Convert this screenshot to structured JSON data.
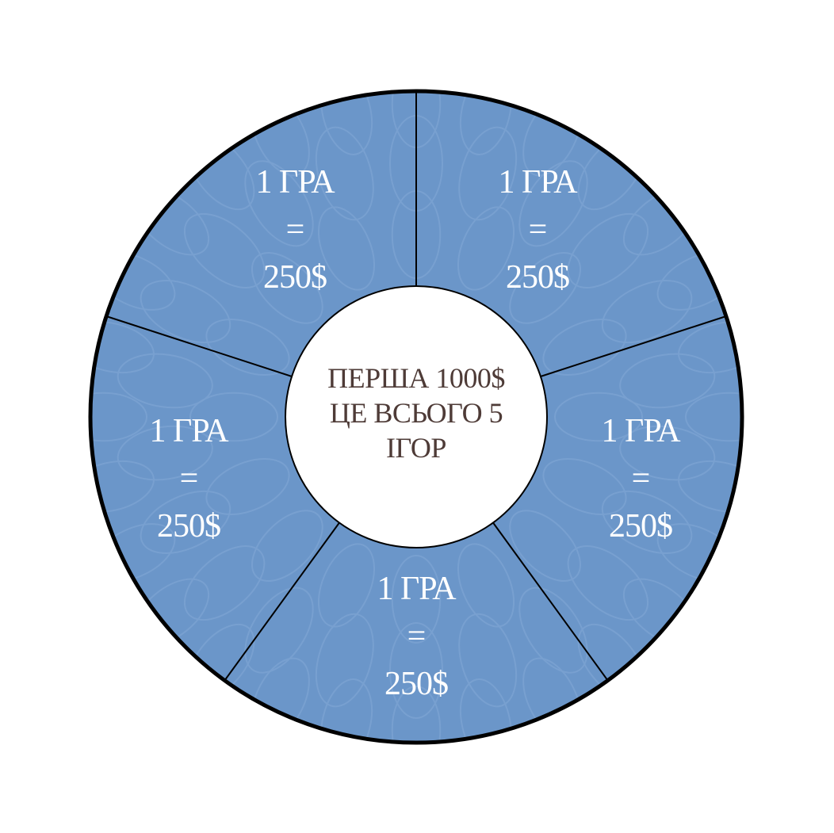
{
  "colors": {
    "segment_fill": "#6b96c9",
    "pattern_stroke": "#84a9d6",
    "outline": "#000000",
    "center_fill": "#ffffff",
    "center_text": "#4e3b37",
    "segment_text": "#ffffff"
  },
  "center": {
    "lines": [
      "ПЕРША 1000$",
      "ЦЕ ВСЬОГО 5",
      "ІГОР"
    ]
  },
  "segments": [
    {
      "line1": "1 ГРА",
      "line2": "=",
      "line3": "250$"
    },
    {
      "line1": "1 ГРА",
      "line2": "=",
      "line3": "250$"
    },
    {
      "line1": "1 ГРА",
      "line2": "=",
      "line3": "250$"
    },
    {
      "line1": "1 ГРА",
      "line2": "=",
      "line3": "250$"
    },
    {
      "line1": "1 ГРА",
      "line2": "=",
      "line3": "250$"
    }
  ]
}
